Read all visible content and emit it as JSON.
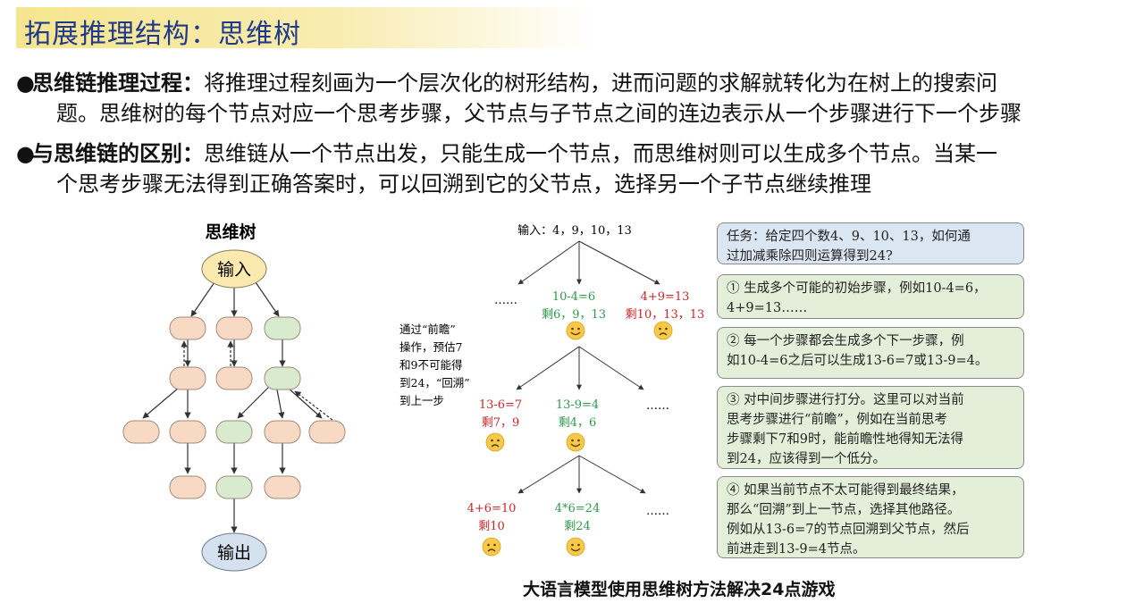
{
  "title": "拓展推理结构：思维树",
  "bullets": [
    {
      "label": "思维链推理过程：",
      "line1": "将推理过程刻画为一个层次化的树形结构，进而问题的求解就转化为在树上的搜索问",
      "line2": "题。思维树的每个节点对应一个思考步骤，父节点与子节点之间的连边表示从一个步骤进行下一个步骤"
    },
    {
      "label": "与思维链的区别：",
      "line1": "思维链从一个节点出发，只能生成一个节点，而思维树则可以生成多个节点。当某一",
      "line2": "个思考步骤无法得到正确答案时，可以回溯到它的父节点，选择另一个子节点继续推理"
    }
  ],
  "tree_diagram": {
    "title": "思维树",
    "input_label": "输入",
    "output_label": "输出"
  },
  "game_tree": {
    "root": "输入：4，9，10，13",
    "level1": [
      {
        "expr": "……"
      },
      {
        "expr": "10-4=6",
        "remain": "剩6，9，13",
        "status": "good"
      },
      {
        "expr": "4+9=13",
        "remain": "剩10，13，13",
        "status": "bad"
      }
    ],
    "level2": [
      {
        "expr": "13-6=7",
        "remain": "剩7，9",
        "status": "bad"
      },
      {
        "expr": "13-9=4",
        "remain": "剩4，6",
        "status": "good"
      },
      {
        "expr": "……"
      }
    ],
    "level3": [
      {
        "expr": "4+6=10",
        "remain": "剩10",
        "status": "bad"
      },
      {
        "expr": "4*6=24",
        "remain": "剩24",
        "status": "good"
      },
      {
        "expr": "……"
      }
    ],
    "note": [
      "通过“前瞻”",
      "操作，预估7",
      "和9不可能得",
      "到24，“回溯”",
      "到上一步"
    ]
  },
  "panels": [
    {
      "style": "blue",
      "lines": [
        "任务：给定四个数4、9、10、13，如何通",
        "过加减乘除四则运算得到24?"
      ]
    },
    {
      "style": "green",
      "lines": [
        "① 生成多个可能的初始步骤，例如10-4=6，",
        "4+9=13……"
      ]
    },
    {
      "style": "green",
      "lines": [
        "② 每一个步骤都会生成多个下一步骤，例",
        "如10-4=6之后可以生成13-6=7或13-9=4。"
      ]
    },
    {
      "style": "green",
      "lines": [
        "③ 对中间步骤进行打分。这里可以对当前",
        "思考步骤进行“前瞻”，例如在当前思考",
        "步骤剩下7和9时，能前瞻性地得知无法得",
        "到24，应该得到一个低分。"
      ]
    },
    {
      "style": "green",
      "lines": [
        "④ 如果当前节点不太可能得到最终结果，",
        "那么“回溯”到上一节点，选择其他路径。",
        "例如从13-6=7的节点回溯到父节点，然后",
        "前进走到13-9=4节点。"
      ]
    }
  ],
  "caption": "大语言模型使用思维树方法解决24点游戏",
  "colors": {
    "title_text": "#1f3a8a",
    "node_orange": "#f8d9c4",
    "node_green": "#d9ebcf",
    "node_input": "#fbe9b0",
    "node_output": "#d5e1ef",
    "good_text": "#2e9a4b",
    "bad_text": "#c62828"
  }
}
